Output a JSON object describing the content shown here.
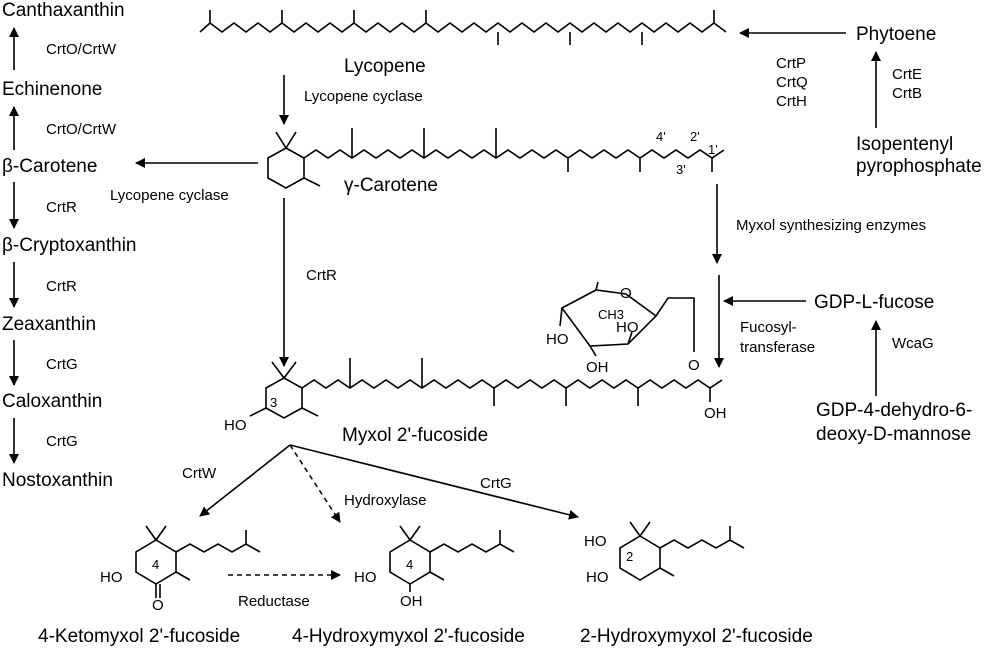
{
  "compounds": {
    "canthaxanthin": "Canthaxanthin",
    "echinenone": "Echinenone",
    "beta_carotene": "β-Carotene",
    "beta_cryptoxanthin": "β-Cryptoxanthin",
    "zeaxanthin": "Zeaxanthin",
    "caloxanthin": "Caloxanthin",
    "nostoxanthin": "Nostoxanthin",
    "lycopene": "Lycopene",
    "gamma_carotene": "γ-Carotene",
    "myxol_fucoside": "Myxol 2'-fucoside",
    "phytoene": "Phytoene",
    "ipp_line1": "Isopentenyl",
    "ipp_line2": "pyrophosphate",
    "gdp_fucose": "GDP-L-fucose",
    "gdp_mannose_line1": "GDP-4-dehydro-6-",
    "gdp_mannose_line2": "deoxy-D-mannose",
    "ketomyxol": "4-Ketomyxol 2'-fucoside",
    "hydroxymyxol4": "4-Hydroxymyxol 2'-fucoside",
    "hydroxymyxol2": "2-Hydroxymyxol 2'-fucoside"
  },
  "enzymes": {
    "crtO_crtW_1": "CrtO/CrtW",
    "crtO_crtW_2": "CrtO/CrtW",
    "crtR_1": "CrtR",
    "crtR_2": "CrtR",
    "crtG_1": "CrtG",
    "crtG_2": "CrtG",
    "lycopene_cyclase_1": "Lycopene cyclase",
    "lycopene_cyclase_2": "Lycopene cyclase",
    "crtP": "CrtP",
    "crtQ": "CrtQ",
    "crtH": "CrtH",
    "crtE": "CrtE",
    "crtB": "CrtB",
    "myxol_enzymes": "Myxol synthesizing enzymes",
    "fucosyl_line1": "Fucosyl-",
    "fucosyl_line2": "transferase",
    "wcaG": "WcaG",
    "crtR_center": "CrtR",
    "crtW": "CrtW",
    "hydroxylase": "Hydroxylase",
    "crtG_center": "CrtG",
    "reductase": "Reductase"
  },
  "atoms": {
    "oh": "OH",
    "ho": "HO",
    "o": "O",
    "ch3": "CH3",
    "n2p": "2'",
    "n1p": "1'",
    "n3p": "3'",
    "n4p": "4'",
    "n3": "3",
    "n4": "4",
    "n2": "2"
  }
}
